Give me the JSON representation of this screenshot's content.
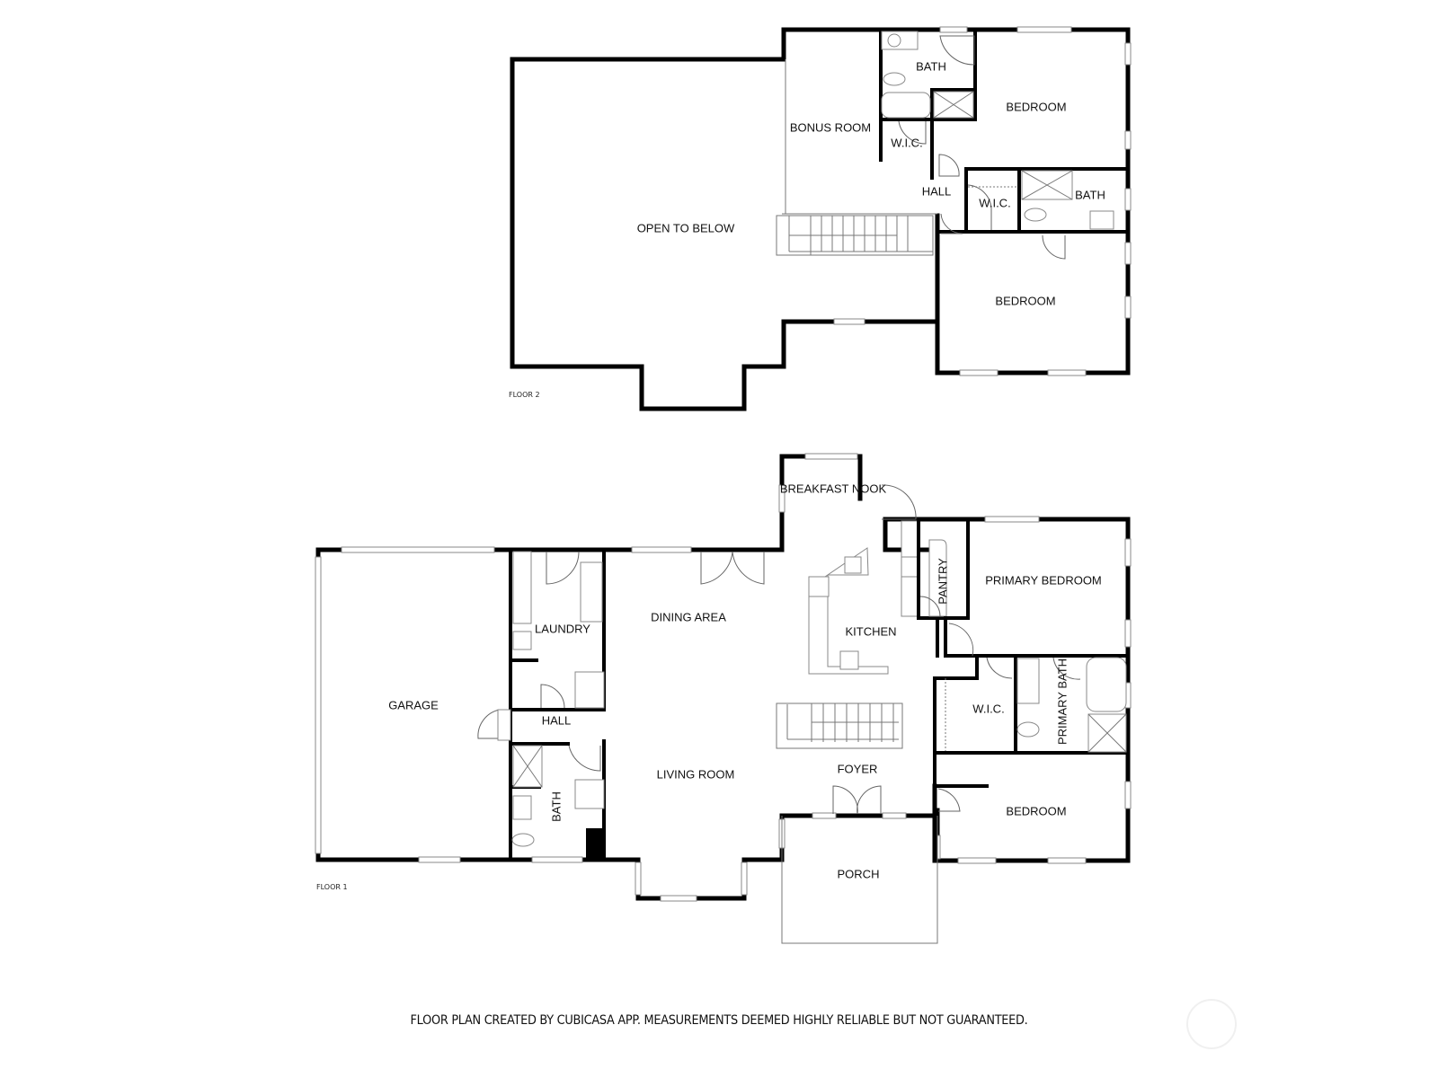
{
  "floors": [
    {
      "id": "floor-2",
      "label": "FLOOR 2",
      "rooms": [
        {
          "name": "OPEN TO BELOW"
        },
        {
          "name": "BONUS ROOM"
        },
        {
          "name": "BATH"
        },
        {
          "name": "BEDROOM"
        },
        {
          "name": "W.I.C."
        },
        {
          "name": "HALL"
        },
        {
          "name": "W.I.C."
        },
        {
          "name": "BATH"
        },
        {
          "name": "BEDROOM"
        }
      ]
    },
    {
      "id": "floor-1",
      "label": "FLOOR 1",
      "rooms": [
        {
          "name": "GARAGE"
        },
        {
          "name": "LAUNDRY"
        },
        {
          "name": "HALL"
        },
        {
          "name": "BATH"
        },
        {
          "name": "DINING AREA"
        },
        {
          "name": "LIVING ROOM"
        },
        {
          "name": "BREAKFAST NOOK"
        },
        {
          "name": "KITCHEN"
        },
        {
          "name": "PANTRY"
        },
        {
          "name": "PRIMARY BEDROOM"
        },
        {
          "name": "W.I.C."
        },
        {
          "name": "PRIMARY BATH"
        },
        {
          "name": "FOYER"
        },
        {
          "name": "BEDROOM"
        },
        {
          "name": "PORCH"
        }
      ]
    }
  ],
  "footer": {
    "disclaimer": "FLOOR PLAN CREATED BY CUBICASA APP. MEASUREMENTS DEEMED HIGHLY RELIABLE BUT NOT GUARANTEED."
  },
  "colors": {
    "wall": "#000000",
    "background": "#ffffff",
    "fixture": "#888888"
  }
}
